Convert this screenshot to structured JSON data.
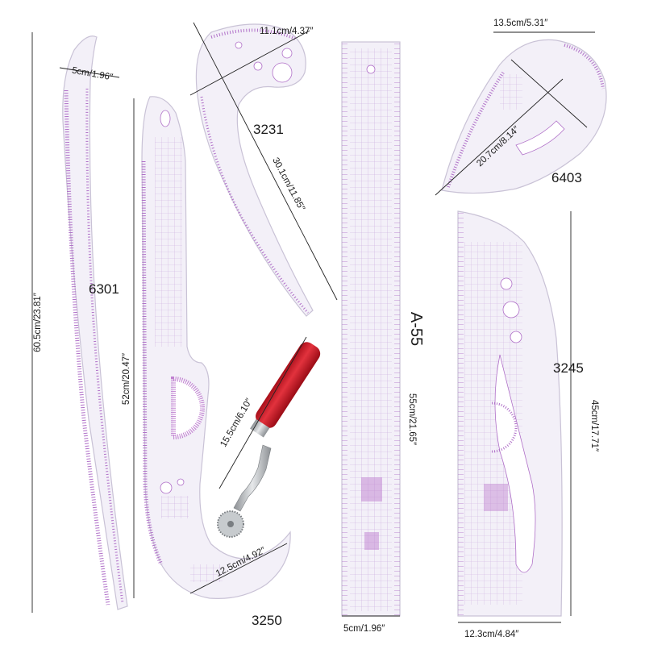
{
  "colors": {
    "ruler_fill": "#f3f0f8",
    "ruler_edge": "#c9c2d6",
    "tick": "#b070c8",
    "grid": "#c8a8dc",
    "handle": "#d31e2a",
    "steel": "#b8bcc0"
  },
  "products": [
    {
      "model": "6301",
      "dimensions": [
        "5cm/1.96″",
        "60.5cm/23.81″"
      ]
    },
    {
      "model": "3250",
      "dimensions": [
        "52cm/20.47″",
        "12.5cm/4.92″"
      ]
    },
    {
      "model": "3231",
      "dimensions": [
        "11.1cm/4.37″",
        "30.1cm/11.85″"
      ]
    },
    {
      "model": "A-55",
      "dimensions": [
        "55cm/21.65″",
        "5cm/1.96″"
      ]
    },
    {
      "model": "6403",
      "dimensions": [
        "13.5cm/5.31″",
        "20.7cm/8.14″"
      ]
    },
    {
      "model": "3245",
      "dimensions": [
        "45cm/17.71″",
        "12.3cm/4.84″"
      ]
    }
  ],
  "tracing_wheel": {
    "dimension": "15.5cm/6.10″"
  }
}
